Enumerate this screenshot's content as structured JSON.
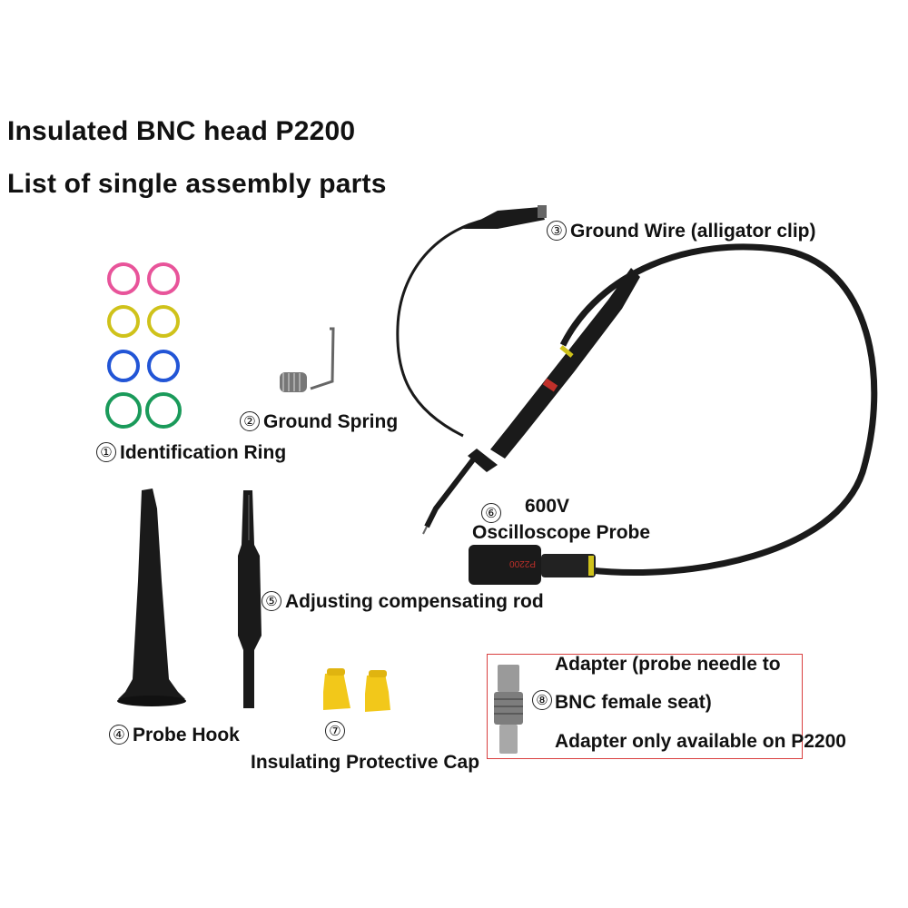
{
  "header": {
    "title": "Insulated BNC head P2200",
    "subtitle": "List of single assembly parts"
  },
  "parts": {
    "identification_ring": {
      "num": "①",
      "label": "Identification Ring"
    },
    "ground_spring": {
      "num": "②",
      "label": "Ground Spring"
    },
    "ground_wire": {
      "num": "③",
      "label": "Ground Wire (alligator clip)"
    },
    "probe_hook": {
      "num": "④",
      "label": "Probe Hook"
    },
    "compensating_rod": {
      "num": "⑤",
      "label": "Adjusting compensating rod"
    },
    "probe": {
      "num": "⑥",
      "line1": "600V",
      "line2": "Oscilloscope Probe"
    },
    "protective_cap": {
      "num": "⑦",
      "label": "Insulating Protective Cap"
    },
    "adapter": {
      "num": "⑧",
      "line1": "Adapter (probe needle to",
      "line2": "BNC female seat)",
      "line3": "Adapter only available on P2200"
    }
  },
  "colors": {
    "ring_pink": "#e8549a",
    "ring_yellow": "#cfc21a",
    "ring_blue": "#2255d6",
    "ring_green": "#1a9a5a",
    "cap_yellow": "#f2c81a",
    "adapter_border": "#d94040",
    "probe_black": "#1a1a1a"
  }
}
